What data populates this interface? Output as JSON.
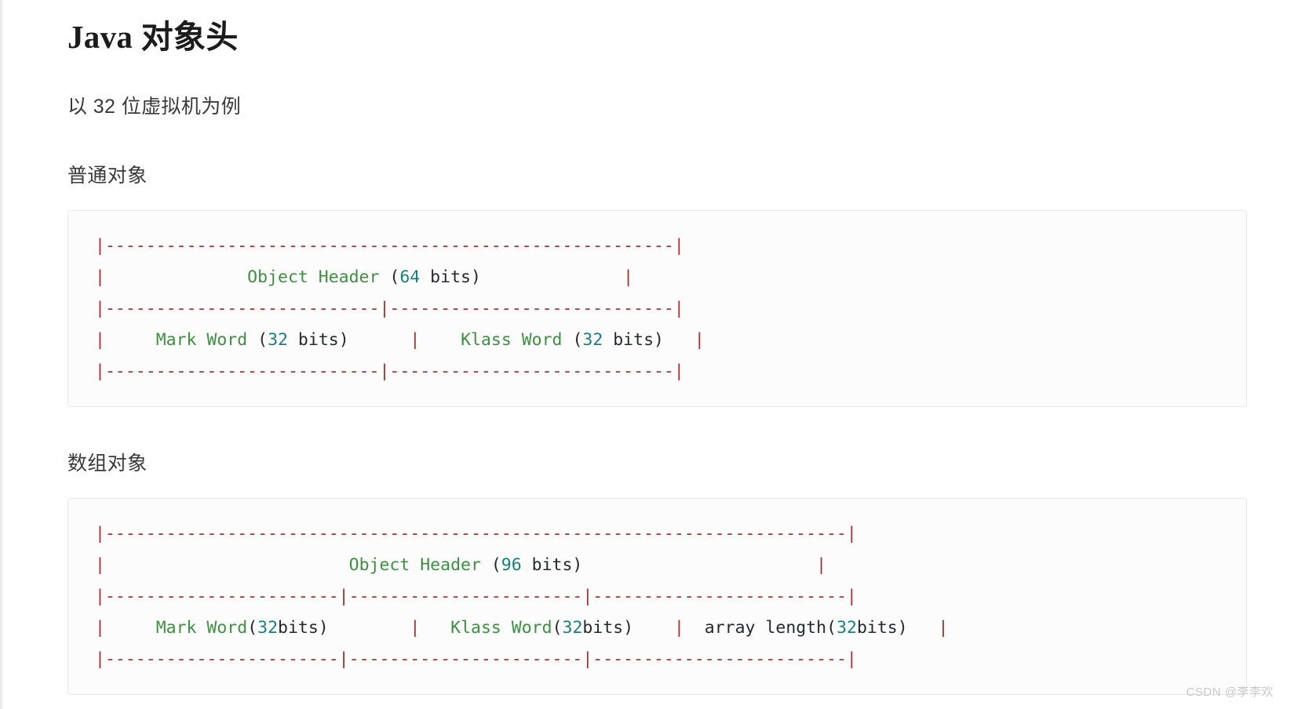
{
  "document": {
    "title": "Java 对象头",
    "subtitle": "以 32 位虚拟机为例"
  },
  "colors": {
    "frame": "#a03333",
    "identifier": "#3f8f42",
    "number": "#1a7f7a",
    "plain": "#24292e",
    "code_background": "#fcfcfc",
    "code_border": "#e9e9e9",
    "watermark": "#c9c9c9"
  },
  "sections": [
    {
      "heading": "普通对象",
      "code": {
        "language": "ascii-diagram",
        "lines": [
          [
            {
              "t": "|",
              "k": "frame"
            },
            {
              "t": "--------------------------------------------------------",
              "k": "frame"
            },
            {
              "t": "|",
              "k": "frame"
            }
          ],
          [
            {
              "t": "|",
              "k": "frame"
            },
            {
              "t": "              ",
              "k": "plain"
            },
            {
              "t": "Object Header ",
              "k": "name"
            },
            {
              "t": "(",
              "k": "plain"
            },
            {
              "t": "64",
              "k": "num"
            },
            {
              "t": " bits)",
              "k": "plain"
            },
            {
              "t": "              ",
              "k": "plain"
            },
            {
              "t": "|",
              "k": "frame"
            }
          ],
          [
            {
              "t": "|",
              "k": "frame"
            },
            {
              "t": "---------------------------",
              "k": "frame"
            },
            {
              "t": "|",
              "k": "frame"
            },
            {
              "t": "----------------------------",
              "k": "frame"
            },
            {
              "t": "|",
              "k": "frame"
            }
          ],
          [
            {
              "t": "|",
              "k": "frame"
            },
            {
              "t": "     ",
              "k": "plain"
            },
            {
              "t": "Mark Word ",
              "k": "name"
            },
            {
              "t": "(",
              "k": "plain"
            },
            {
              "t": "32",
              "k": "num"
            },
            {
              "t": " bits)",
              "k": "plain"
            },
            {
              "t": "      ",
              "k": "plain"
            },
            {
              "t": "|",
              "k": "frame"
            },
            {
              "t": "    ",
              "k": "plain"
            },
            {
              "t": "Klass Word ",
              "k": "name"
            },
            {
              "t": "(",
              "k": "plain"
            },
            {
              "t": "32",
              "k": "num"
            },
            {
              "t": " bits)",
              "k": "plain"
            },
            {
              "t": "   ",
              "k": "plain"
            },
            {
              "t": "|",
              "k": "frame"
            }
          ],
          [
            {
              "t": "|",
              "k": "frame"
            },
            {
              "t": "---------------------------",
              "k": "frame"
            },
            {
              "t": "|",
              "k": "frame"
            },
            {
              "t": "----------------------------",
              "k": "frame"
            },
            {
              "t": "|",
              "k": "frame"
            }
          ]
        ]
      }
    },
    {
      "heading": "数组对象",
      "code": {
        "language": "ascii-diagram",
        "lines": [
          [
            {
              "t": "|",
              "k": "frame"
            },
            {
              "t": "-------------------------------------------------------------------------",
              "k": "frame"
            },
            {
              "t": "|",
              "k": "frame"
            }
          ],
          [
            {
              "t": "|",
              "k": "frame"
            },
            {
              "t": "                        ",
              "k": "plain"
            },
            {
              "t": "Object Header ",
              "k": "name"
            },
            {
              "t": "(",
              "k": "plain"
            },
            {
              "t": "96",
              "k": "num"
            },
            {
              "t": " bits)",
              "k": "plain"
            },
            {
              "t": "                       ",
              "k": "plain"
            },
            {
              "t": "|",
              "k": "frame"
            }
          ],
          [
            {
              "t": "|",
              "k": "frame"
            },
            {
              "t": "-----------------------",
              "k": "frame"
            },
            {
              "t": "|",
              "k": "frame"
            },
            {
              "t": "-----------------------",
              "k": "frame"
            },
            {
              "t": "|",
              "k": "frame"
            },
            {
              "t": "-------------------------",
              "k": "frame"
            },
            {
              "t": "|",
              "k": "frame"
            }
          ],
          [
            {
              "t": "|",
              "k": "frame"
            },
            {
              "t": "     ",
              "k": "plain"
            },
            {
              "t": "Mark Word",
              "k": "name"
            },
            {
              "t": "(",
              "k": "plain"
            },
            {
              "t": "32",
              "k": "num"
            },
            {
              "t": "bits)",
              "k": "plain"
            },
            {
              "t": "        ",
              "k": "plain"
            },
            {
              "t": "|",
              "k": "frame"
            },
            {
              "t": "   ",
              "k": "plain"
            },
            {
              "t": "Klass Word",
              "k": "name"
            },
            {
              "t": "(",
              "k": "plain"
            },
            {
              "t": "32",
              "k": "num"
            },
            {
              "t": "bits)",
              "k": "plain"
            },
            {
              "t": "    ",
              "k": "plain"
            },
            {
              "t": "|",
              "k": "frame"
            },
            {
              "t": "  array length(",
              "k": "plain"
            },
            {
              "t": "32",
              "k": "num"
            },
            {
              "t": "bits)",
              "k": "plain"
            },
            {
              "t": "   ",
              "k": "plain"
            },
            {
              "t": "|",
              "k": "frame"
            }
          ],
          [
            {
              "t": "|",
              "k": "frame"
            },
            {
              "t": "-----------------------",
              "k": "frame"
            },
            {
              "t": "|",
              "k": "frame"
            },
            {
              "t": "-----------------------",
              "k": "frame"
            },
            {
              "t": "|",
              "k": "frame"
            },
            {
              "t": "-------------------------",
              "k": "frame"
            },
            {
              "t": "|",
              "k": "frame"
            }
          ]
        ]
      }
    }
  ],
  "watermark": "CSDN @李李欢"
}
